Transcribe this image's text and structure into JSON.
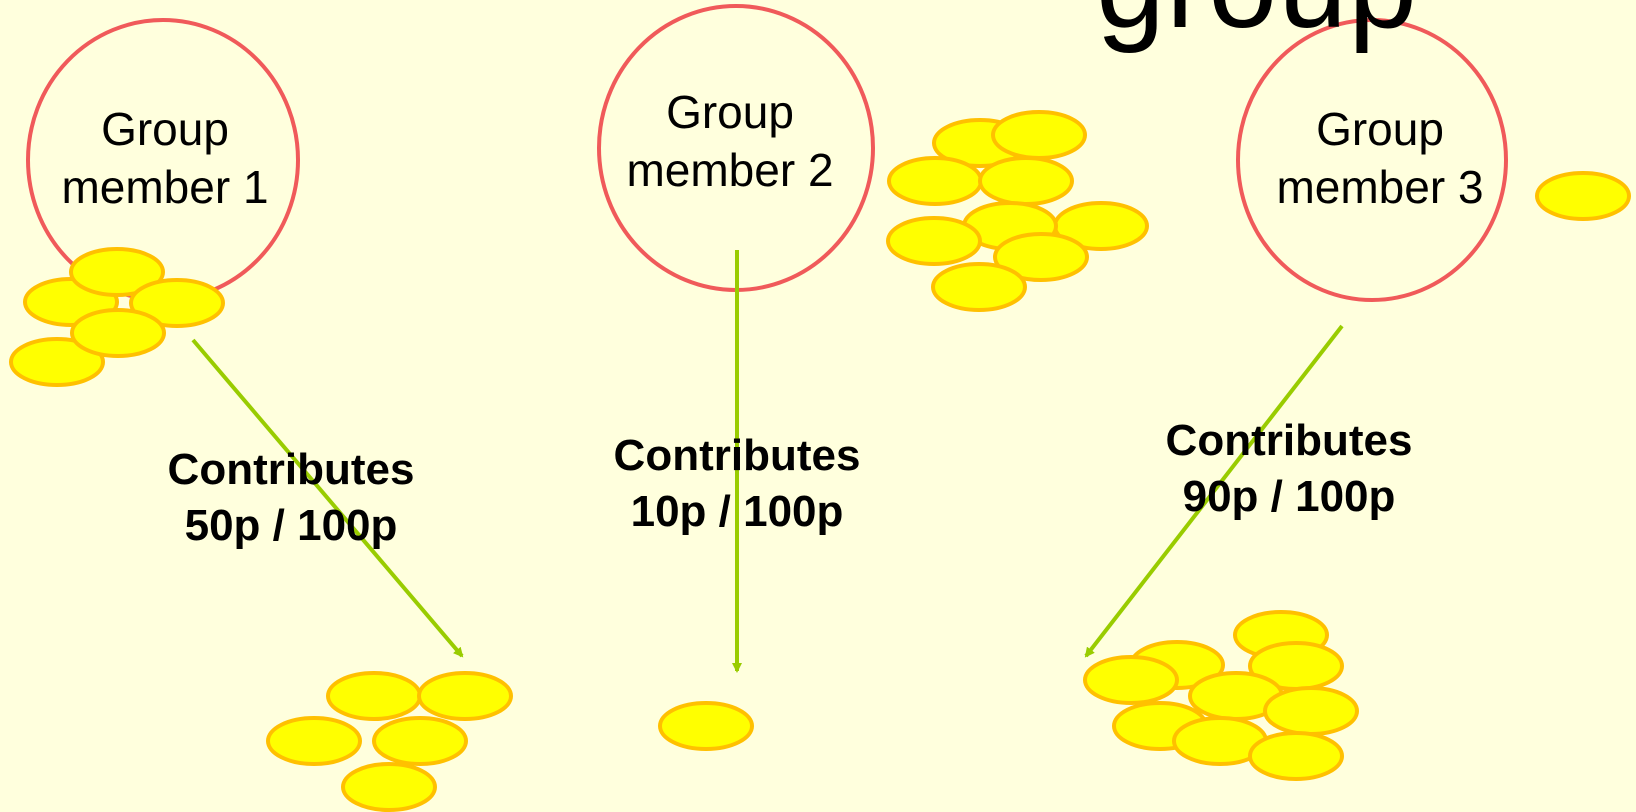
{
  "title_fragment": "group",
  "colors": {
    "background": "#FFFFDD",
    "circle_stroke": "#F05A5A",
    "arrow": "#99CC00",
    "coin_fill": "#FFFF00",
    "coin_stroke": "#FFC000"
  },
  "members": [
    {
      "label_line1": "Group",
      "label_line2": "member 1",
      "contributes_line1": "Contributes",
      "contributes_line2": "50p / 100p"
    },
    {
      "label_line1": "Group",
      "label_line2": "member 2",
      "contributes_line1": "Contributes",
      "contributes_line2": "10p / 100p"
    },
    {
      "label_line1": "Group",
      "label_line2": "member 3",
      "contributes_line1": "Contributes",
      "contributes_line2": "90p / 100p"
    }
  ]
}
